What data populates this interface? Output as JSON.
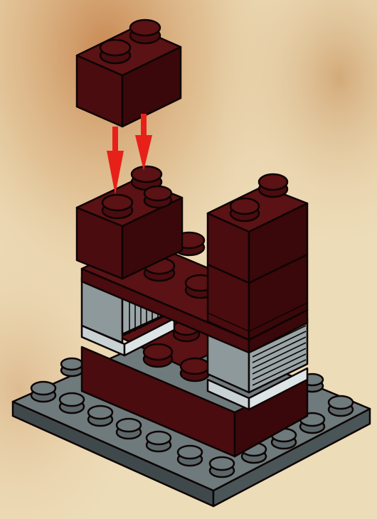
{
  "diagram": {
    "kind": "building-instruction-step",
    "caption": "",
    "colors": {
      "background": "#eddcb8",
      "background_spot": "#c9925a",
      "brick_dark_red": "#4a0c0f",
      "brick_top": "#5a1214",
      "brick_side": "#3a080a",
      "baseplate_gray": "#5b6668",
      "baseplate_top": "#6e7a7c",
      "grille_gray": "#9aa6a8",
      "tile_light": "#c8d2d4",
      "arrow_red": "#e8201a",
      "outline": "#0e0404"
    },
    "parts": [
      {
        "name": "baseplate",
        "color": "gray",
        "studs": "4x8"
      },
      {
        "name": "brick-2x2-lower-front",
        "color": "dark red"
      },
      {
        "name": "grille-panels",
        "color": "gray"
      },
      {
        "name": "tiles",
        "color": "light gray"
      },
      {
        "name": "plate-2x4-middle",
        "color": "dark red"
      },
      {
        "name": "brick-2x2-left-upper",
        "color": "dark red"
      },
      {
        "name": "brick-stack-right",
        "color": "dark red"
      },
      {
        "name": "brick-1x2-incoming",
        "color": "dark red"
      }
    ],
    "arrows": [
      {
        "name": "insert-arrow-left",
        "icon": "down-arrow-icon"
      },
      {
        "name": "insert-arrow-right",
        "icon": "down-arrow-icon"
      }
    ]
  }
}
